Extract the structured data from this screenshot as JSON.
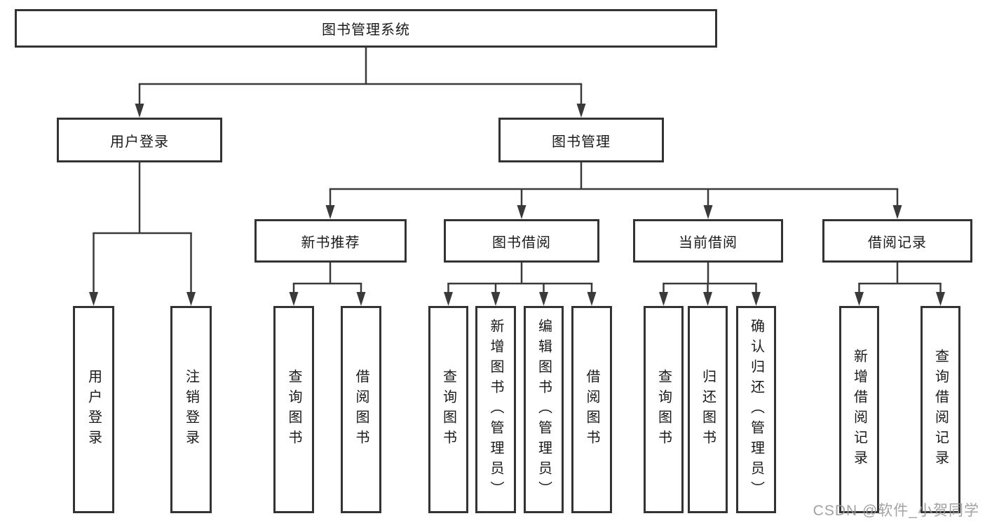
{
  "tree": {
    "root": "图书管理系统",
    "children": [
      {
        "label": "用户登录",
        "leaves": [
          "用户登录",
          "注销登录"
        ]
      },
      {
        "label": "图书管理",
        "children": [
          {
            "label": "新书推荐",
            "leaves": [
              "查询图书",
              "借阅图书"
            ]
          },
          {
            "label": "图书借阅",
            "leaves": [
              "查询图书",
              "新增图书（管理员）",
              "编辑图书（管理员）",
              "借阅图书"
            ]
          },
          {
            "label": "当前借阅",
            "leaves": [
              "查询图书",
              "归还图书",
              "确认归还（管理员）"
            ]
          },
          {
            "label": "借阅记录",
            "leaves": [
              "新增借阅记录",
              "查询借阅记录"
            ]
          }
        ]
      }
    ]
  },
  "watermark": "CSDN @软件_小贺同学",
  "colors": {
    "line": "#3a3a3a",
    "border": "#333333",
    "text": "#1a1a1a",
    "watermark": "#989898",
    "background": "#ffffff"
  }
}
